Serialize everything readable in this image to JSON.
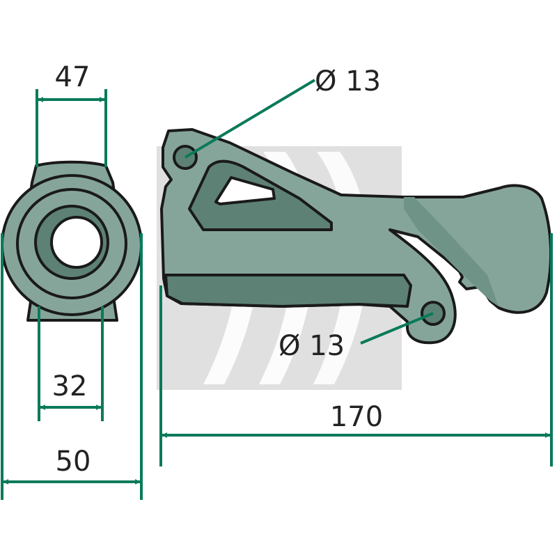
{
  "drawing": {
    "colors": {
      "part_fill": "#86a59a",
      "part_dark": "#5d8175",
      "outline": "#1a1a1a",
      "dimension": "#0a7a5a",
      "watermark": "#c8c8c8",
      "background": "#ffffff"
    },
    "watermark": {
      "icon": "brand-logo-watermark"
    },
    "dimensions": {
      "top_width": "47",
      "bore": "32",
      "outer_width": "50",
      "length": "170",
      "hole_upper": "Ø 13",
      "hole_lower": "Ø 13"
    }
  }
}
